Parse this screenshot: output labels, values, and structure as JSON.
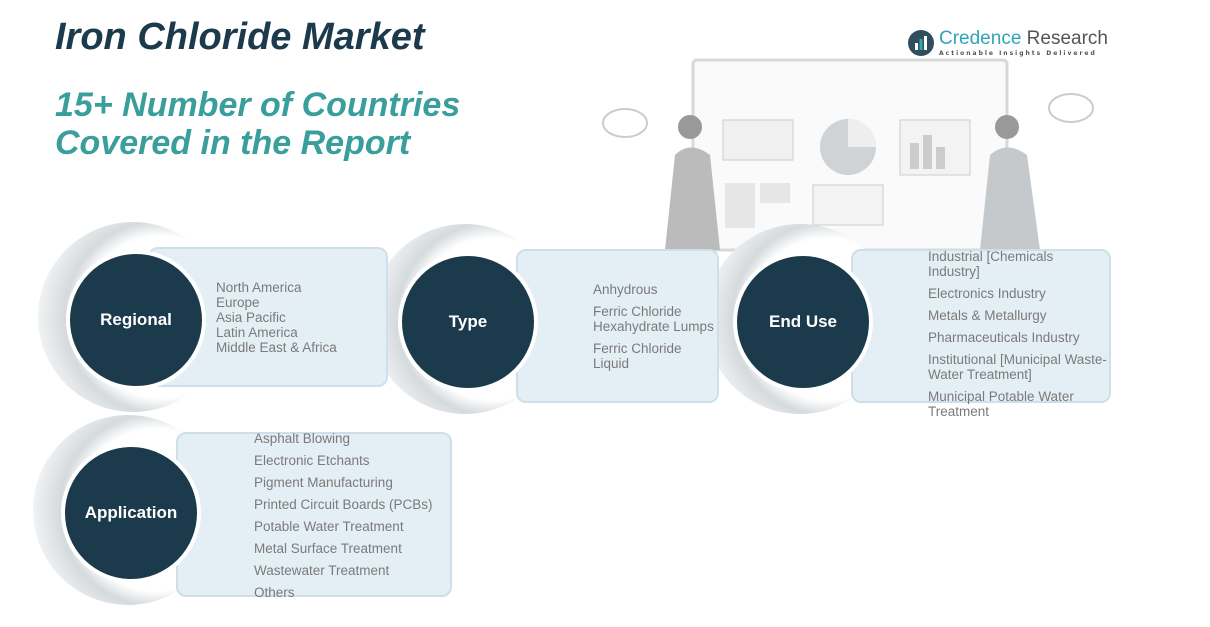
{
  "title": "Iron Chloride Market",
  "subtitle_line1": "15+ Number of Countries",
  "subtitle_line2": "Covered in the Report",
  "logo": {
    "name_part1": "Credence",
    "name_part2": "Research",
    "tagline": "Actionable Insights Delivered"
  },
  "segments": [
    {
      "label": "Regional",
      "items": [
        "North America",
        "Europe",
        "Asia Pacific",
        "Latin America",
        "Middle East & Africa"
      ]
    },
    {
      "label": "Type",
      "items": [
        "Anhydrous",
        "Ferric Chloride Hexahydrate Lumps",
        "Ferric Chloride Liquid"
      ]
    },
    {
      "label": "End Use",
      "items": [
        "Industrial [Chemicals Industry]",
        "Electronics Industry",
        "Metals & Metallurgy",
        "Pharmaceuticals Industry",
        "Institutional [Municipal Waste-Water Treatment]",
        "Municipal Potable Water Treatment"
      ]
    },
    {
      "label": "Application",
      "items": [
        "Asphalt Blowing",
        "Electronic Etchants",
        "Pigment Manufacturing",
        "Printed Circuit Boards (PCBs)",
        "Potable Water Treatment",
        "Metal Surface Treatment",
        "Wastewater Treatment",
        "Others"
      ]
    }
  ]
}
